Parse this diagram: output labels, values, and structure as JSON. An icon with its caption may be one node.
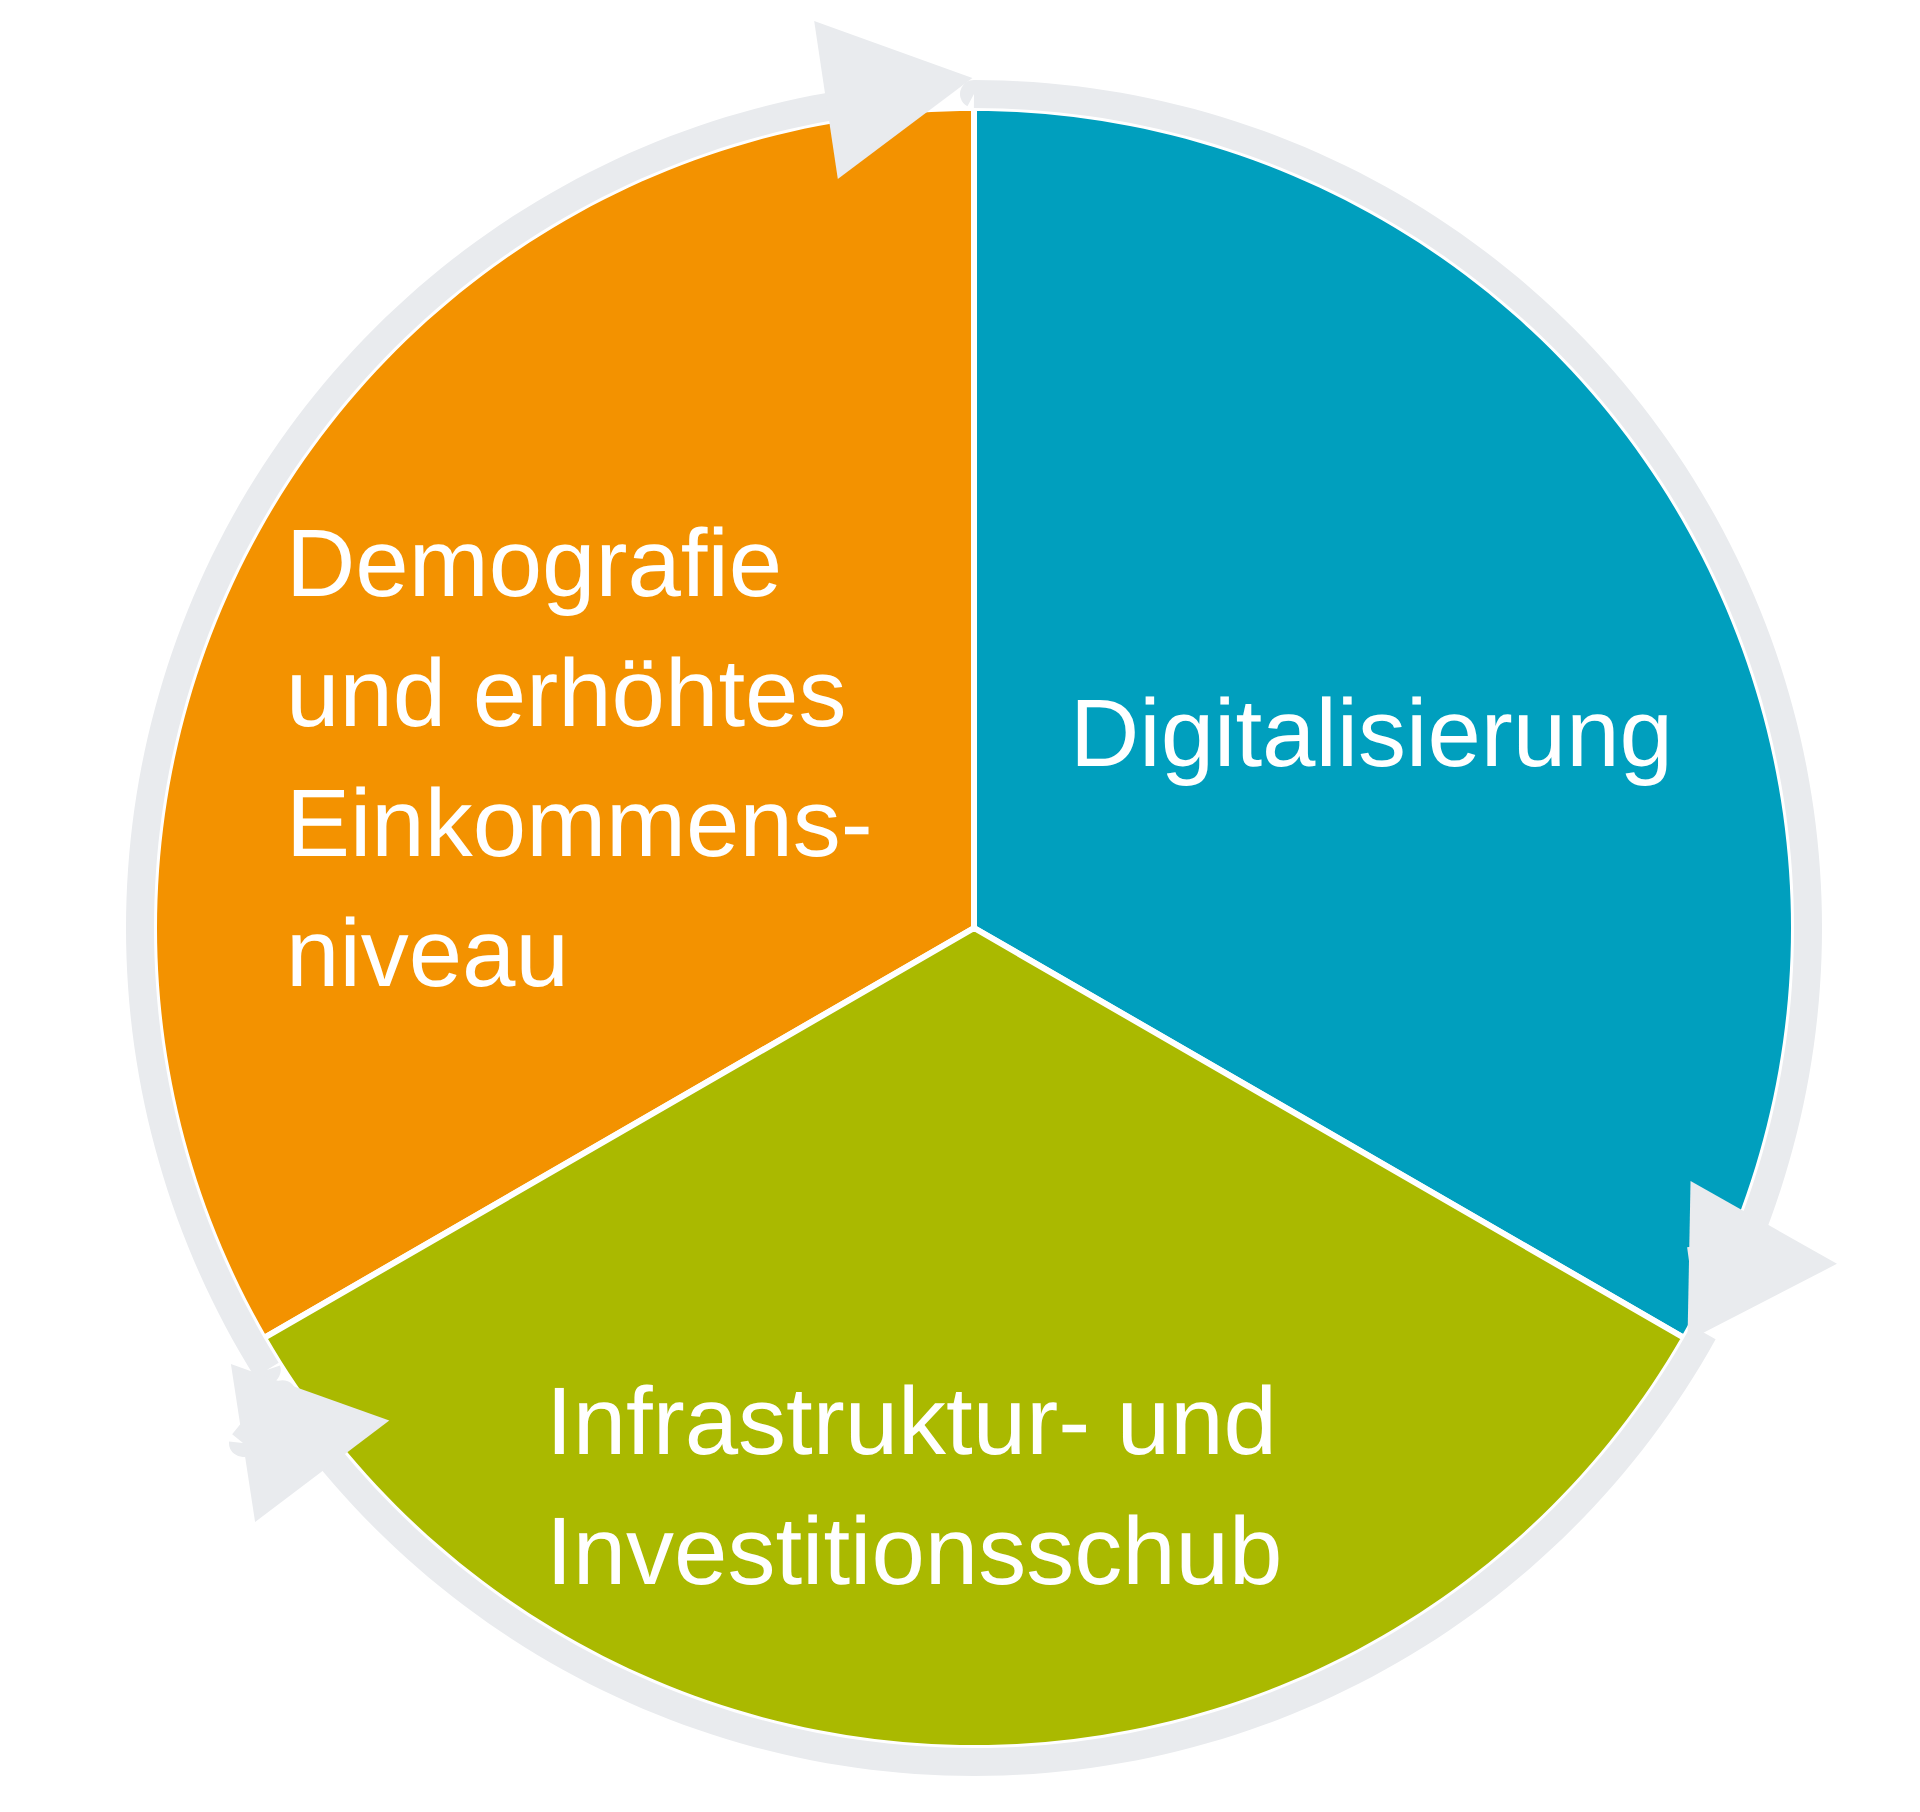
{
  "diagram": {
    "nodes": [
      {
        "text": [
          "Demografie und erhöhtes Einkommens- niveau"
        ]
      },
      {
        "text": [
          "Digitalisierung"
        ]
      },
      {
        "text": [
          "Infrastruktur- und Investitionsschub"
        ]
      }
    ],
    "edges": [
      {
        "from": 0,
        "to": 1,
        "arrow": "to"
      },
      {
        "from": 1,
        "to": 2,
        "arrow": "to"
      },
      {
        "from": 2,
        "to": 0,
        "arrow": "to"
      }
    ]
  }
}
